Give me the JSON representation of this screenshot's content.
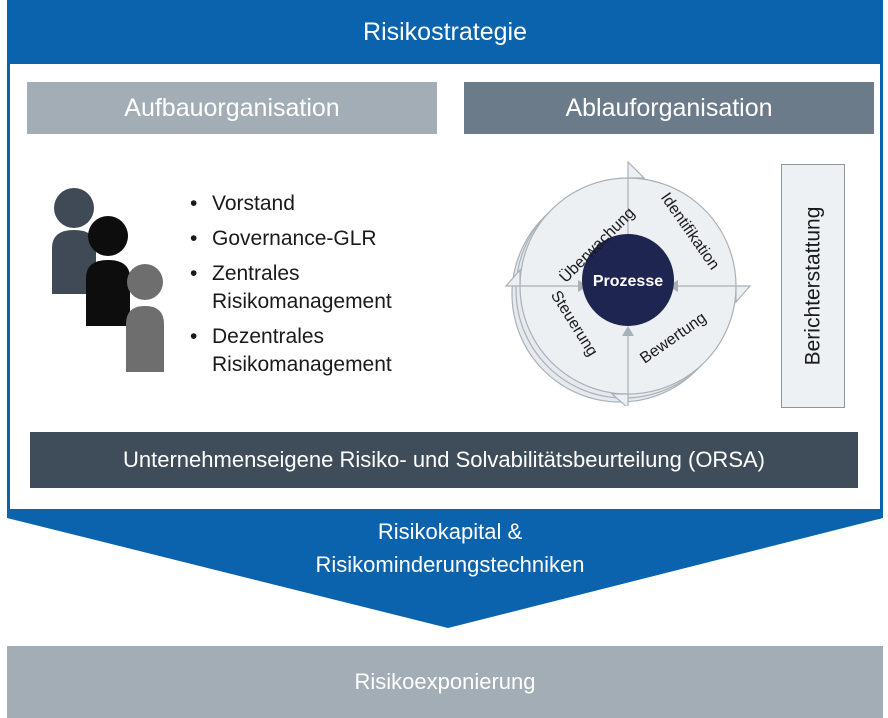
{
  "top": {
    "title": "Risikostrategie"
  },
  "left": {
    "header": "Aufbauorganisation",
    "bullets": [
      {
        "marker": "•",
        "text": "Vorstand"
      },
      {
        "marker": "•",
        "text": "Governance-GLR"
      },
      {
        "marker": "•",
        "text": "Zentrales\nRisikomanagement"
      },
      {
        "marker": "•",
        "text": "Dezentrales\nRisikomanagement"
      }
    ]
  },
  "right": {
    "header": "Ablauforganisation",
    "cycle": {
      "center": "Prozesse",
      "steps": [
        "Überwachung",
        "Identifikation",
        "Bewertung",
        "Steuerung"
      ]
    },
    "side_box": "Berichterstattung"
  },
  "orsa": "Unternehmenseigene Risiko- und Solvabilitätsbeurteilung (ORSA)",
  "funnel": {
    "line1": "Risikokapital &",
    "line2": "Risikominderungstechniken"
  },
  "bottom": "Risikoexponierung",
  "colors": {
    "primary_blue": "#0b63ad",
    "light_gray": "#a3adb6",
    "mid_gray": "#6b7b8a",
    "dark_slate": "#3f4d5b",
    "center_navy": "#1d2550"
  }
}
